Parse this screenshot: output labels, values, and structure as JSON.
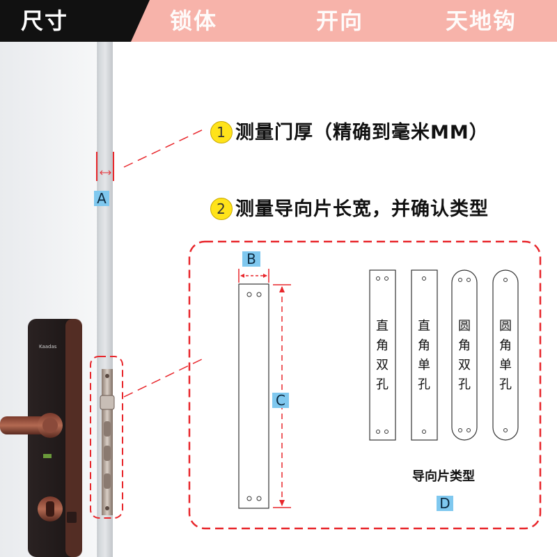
{
  "tabs": [
    {
      "label": "尺寸",
      "active": true
    },
    {
      "label": "锁体",
      "active": false
    },
    {
      "label": "开向",
      "active": false
    },
    {
      "label": "天地钩",
      "active": false
    }
  ],
  "steps": [
    {
      "number": "1",
      "text": "测量门厚（精确到毫米MM）"
    },
    {
      "number": "2",
      "text": "测量导向片长宽，并确认类型"
    }
  ],
  "dimension_labels": {
    "a": "A",
    "b": "B",
    "c": "C",
    "d": "D"
  },
  "lock": {
    "brand": "Kaadas"
  },
  "guide_types": [
    {
      "label": "直角双孔",
      "shape": "square",
      "holes": 2
    },
    {
      "label": "直角单孔",
      "shape": "square",
      "holes": 1
    },
    {
      "label": "圆角双孔",
      "shape": "rounded",
      "holes": 2
    },
    {
      "label": "圆角单孔",
      "shape": "rounded",
      "holes": 1
    }
  ],
  "guide_types_caption": "导向片类型",
  "colors": {
    "accent_tab": "#f7b3aa",
    "dashed_red": "#e8262b",
    "badge_yellow": "#ffe31a",
    "label_blue": "#7fc8ef"
  }
}
